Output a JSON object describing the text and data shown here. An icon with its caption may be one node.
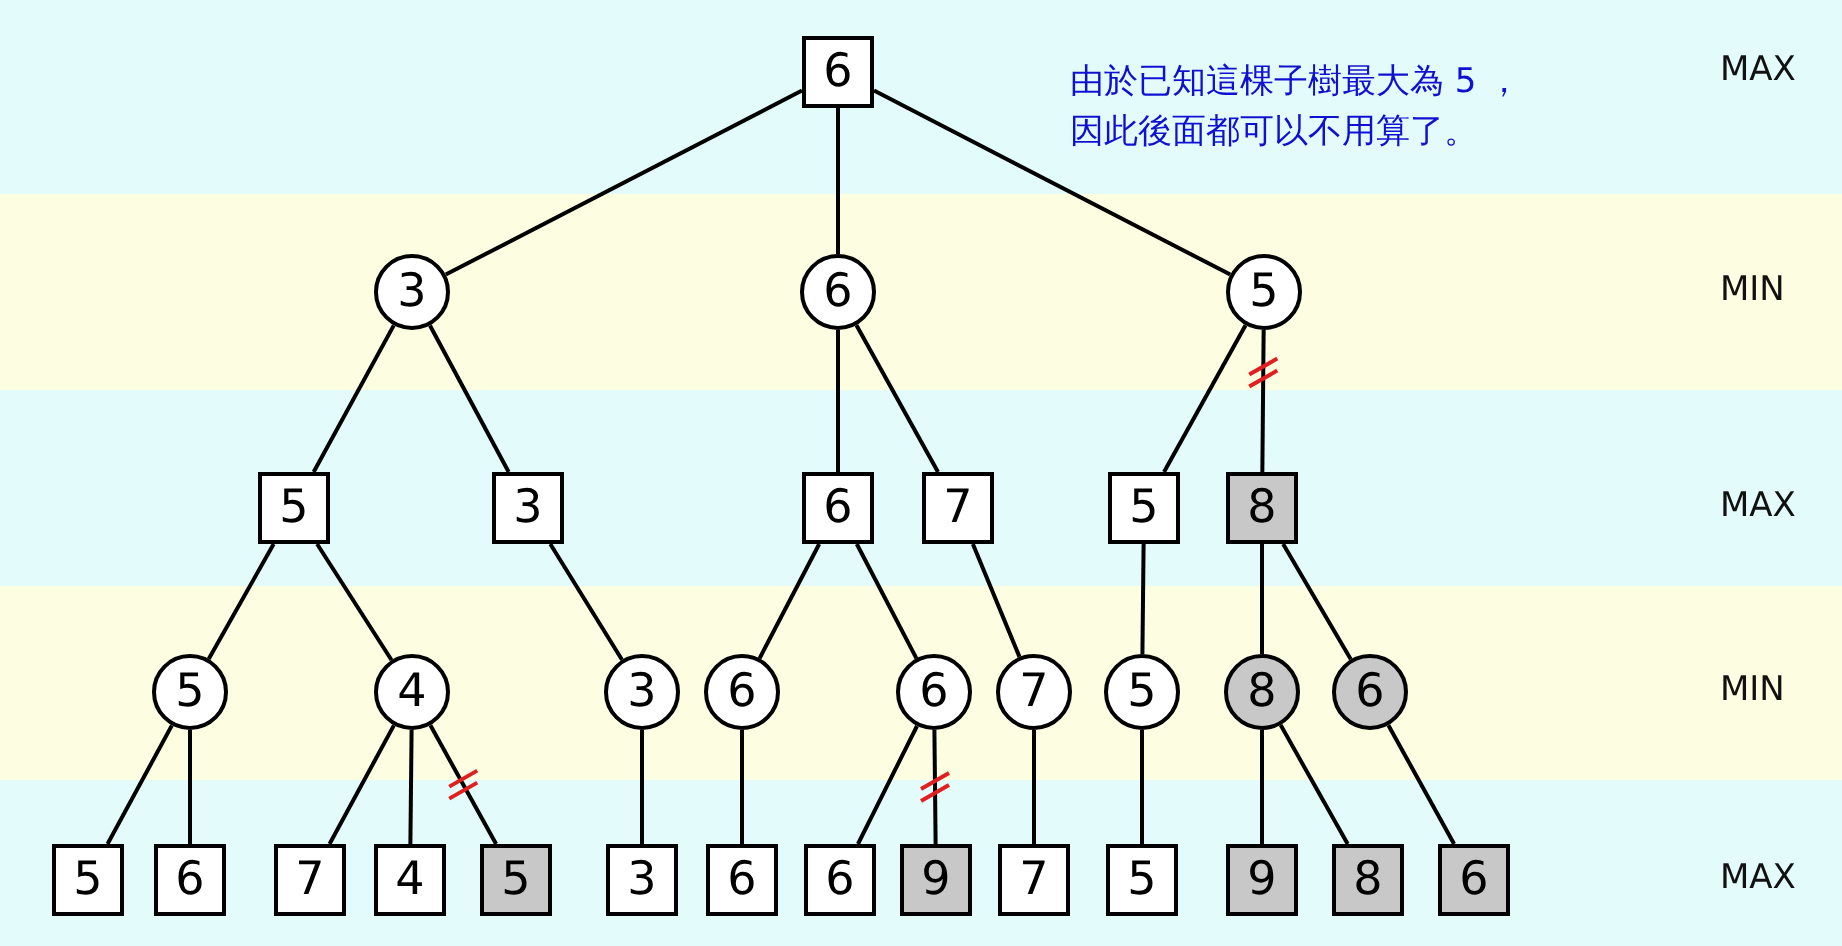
{
  "diagram": {
    "nodes": [
      {
        "text": [
          "MAX"
        ]
      },
      {
        "text": [
          "MIN"
        ]
      },
      {
        "text": [
          "MAX"
        ]
      },
      {
        "text": [
          "MIN"
        ]
      },
      {
        "text": [
          "MAX"
        ]
      },
      {
        "text": [
          "6"
        ],
        "in": 0
      },
      {
        "text": [
          "3"
        ],
        "in": 1
      },
      {
        "text": [
          "6"
        ],
        "in": 1
      },
      {
        "text": [
          "5"
        ],
        "in": 1
      },
      {
        "text": [
          "5"
        ],
        "in": 2
      },
      {
        "text": [
          "3"
        ],
        "in": 2
      },
      {
        "text": [
          "6"
        ],
        "in": 2
      },
      {
        "text": [
          "7"
        ],
        "in": 2
      },
      {
        "text": [
          "5"
        ],
        "in": 2
      },
      {
        "text": [
          "8"
        ],
        "in": 2
      },
      {
        "text": [
          "5"
        ],
        "in": 3
      },
      {
        "text": [
          "4"
        ],
        "in": 3
      },
      {
        "text": [
          "3"
        ],
        "in": 3
      },
      {
        "text": [
          "6"
        ],
        "in": 3
      },
      {
        "text": [
          "6"
        ],
        "in": 3
      },
      {
        "text": [
          "7"
        ],
        "in": 3
      },
      {
        "text": [
          "5"
        ],
        "in": 3
      },
      {
        "text": [
          "8"
        ],
        "in": 3
      },
      {
        "text": [
          "6"
        ],
        "in": 3
      },
      {
        "text": [
          "5"
        ],
        "in": 4
      },
      {
        "text": [
          "6"
        ],
        "in": 4
      },
      {
        "text": [
          "7"
        ],
        "in": 4
      },
      {
        "text": [
          "4"
        ],
        "in": 4
      },
      {
        "text": [
          "5"
        ],
        "in": 4
      },
      {
        "text": [
          "3"
        ],
        "in": 4
      },
      {
        "text": [
          "6"
        ],
        "in": 4
      },
      {
        "text": [
          "6"
        ],
        "in": 4
      },
      {
        "text": [
          "9"
        ],
        "in": 4
      },
      {
        "text": [
          "7"
        ],
        "in": 4
      },
      {
        "text": [
          "5"
        ],
        "in": 4
      },
      {
        "text": [
          "9"
        ],
        "in": 4
      },
      {
        "text": [
          "8"
        ],
        "in": 4
      },
      {
        "text": [
          "6"
        ],
        "in": 4
      }
    ],
    "edges": [
      {
        "from": 5,
        "to": 6,
        "arrow": "none"
      },
      {
        "from": 5,
        "to": 7,
        "arrow": "none"
      },
      {
        "from": 5,
        "to": 8,
        "arrow": "none"
      },
      {
        "from": 6,
        "to": 9,
        "arrow": "none"
      },
      {
        "from": 6,
        "to": 10,
        "arrow": "none"
      },
      {
        "from": 7,
        "to": 11,
        "arrow": "none"
      },
      {
        "from": 7,
        "to": 12,
        "arrow": "none"
      },
      {
        "from": 8,
        "to": 13,
        "arrow": "none"
      },
      {
        "from": 8,
        "to": 14,
        "arrow": "none"
      },
      {
        "from": 9,
        "to": 15,
        "arrow": "none"
      },
      {
        "from": 9,
        "to": 16,
        "arrow": "none"
      },
      {
        "from": 10,
        "to": 17,
        "arrow": "none"
      },
      {
        "from": 11,
        "to": 18,
        "arrow": "none"
      },
      {
        "from": 11,
        "to": 19,
        "arrow": "none"
      },
      {
        "from": 12,
        "to": 20,
        "arrow": "none"
      },
      {
        "from": 13,
        "to": 21,
        "arrow": "none"
      },
      {
        "from": 14,
        "to": 22,
        "arrow": "none"
      },
      {
        "from": 14,
        "to": 23,
        "arrow": "none"
      },
      {
        "from": 15,
        "to": 24,
        "arrow": "none"
      },
      {
        "from": 15,
        "to": 25,
        "arrow": "none"
      },
      {
        "from": 16,
        "to": 26,
        "arrow": "none"
      },
      {
        "from": 16,
        "to": 27,
        "arrow": "none"
      },
      {
        "from": 16,
        "to": 28,
        "arrow": "none"
      },
      {
        "from": 17,
        "to": 29,
        "arrow": "none"
      },
      {
        "from": 18,
        "to": 30,
        "arrow": "none"
      },
      {
        "from": 19,
        "to": 31,
        "arrow": "none"
      },
      {
        "from": 19,
        "to": 32,
        "arrow": "none"
      },
      {
        "from": 20,
        "to": 33,
        "arrow": "none"
      },
      {
        "from": 21,
        "to": 34,
        "arrow": "none"
      },
      {
        "from": 22,
        "to": 35,
        "arrow": "none"
      },
      {
        "from": 22,
        "to": 36,
        "arrow": "none"
      },
      {
        "from": 23,
        "to": 37,
        "arrow": "none"
      }
    ],
    "labels": [
      "由於已知這棵子樹最大為 5 ，因此後面都可以不用算了。"
    ]
  }
}
